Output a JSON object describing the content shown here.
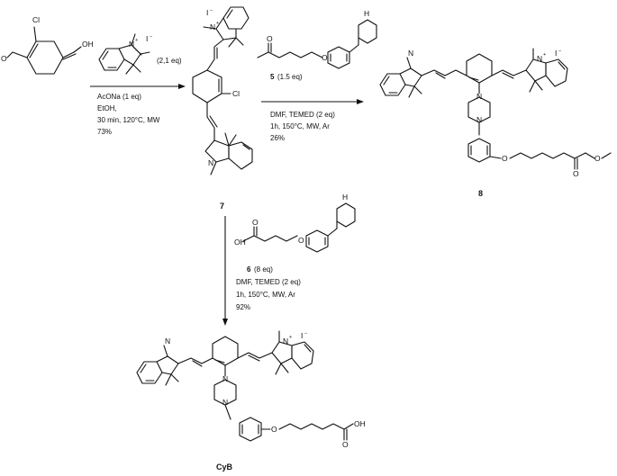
{
  "reaction1": {
    "reagent_ratio": "(2,1 eq)",
    "conditions": [
      "AcONa (1 eq)",
      "EtOH,",
      "30 min, 120°C, MW",
      "73%"
    ]
  },
  "reaction2": {
    "reagent_ref": "5",
    "reagent_ratio": "(1.5 eq)",
    "conditions": [
      "DMF, TEMED (2 eq)",
      "1h, 150°C, MW, Ar",
      "26%"
    ]
  },
  "reaction3": {
    "reagent_ref": "6",
    "reagent_ratio": "(8 eq)",
    "conditions": [
      "DMF, TEMED (2 eq)",
      "1h, 150°C, MW, Ar",
      "92%"
    ]
  },
  "compounds": {
    "intermediate": "7",
    "product_ester": "8",
    "product_acid": "CyB"
  },
  "atoms": {
    "chloro": "Cl",
    "oxygen": "O",
    "hydroxyl": "OH",
    "nitrogen": "N",
    "amine": "H",
    "acid_oh": "OH",
    "iodide": "I",
    "iodide_charge": "−",
    "cation_charge": "+"
  }
}
